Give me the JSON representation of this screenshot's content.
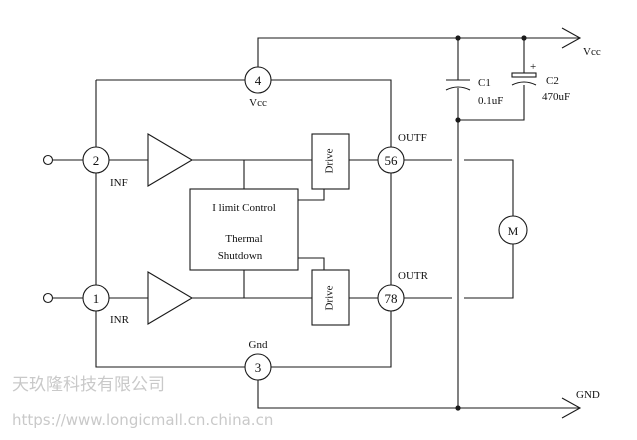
{
  "pins": {
    "vcc_pin": "4",
    "inf_pin": "2",
    "inr_pin": "1",
    "gnd_pin": "3",
    "outf_pin": "56",
    "outr_pin": "78"
  },
  "labels": {
    "vcc_pin_label": "Vcc",
    "inf": "INF",
    "inr": "INR",
    "gnd_pin_label": "Gnd",
    "outf": "OUTF",
    "outr": "OUTR",
    "vcc_rail": "Vcc",
    "gnd_rail": "GND"
  },
  "blocks": {
    "drive_top": "Drive",
    "drive_bottom": "Drive",
    "control_line1": "I limit Control",
    "control_line2": "Thermal",
    "control_line3": "Shutdown",
    "motor": "M"
  },
  "capacitors": {
    "c1_name": "C1",
    "c1_value": "0.1uF",
    "c2_name": "C2",
    "c2_value": "470uF",
    "c2_polarity": "+"
  },
  "watermark": {
    "line1": "天玖隆科技有限公司",
    "line2": "https://www.longicmall.cn.china.cn"
  }
}
